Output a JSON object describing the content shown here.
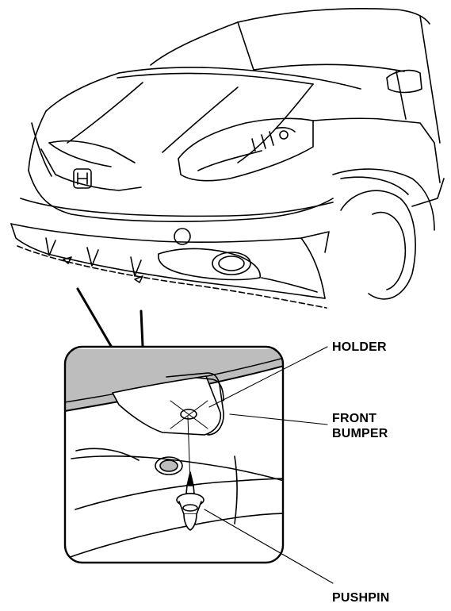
{
  "labels": {
    "holder": "HOLDER",
    "front_bumper_line1": "FRONT",
    "front_bumper_line2": "BUMPER",
    "pushpin": "PUSHPIN"
  },
  "colors": {
    "line": "#000000",
    "paper": "#ffffff",
    "shade": "#bdbdbd"
  }
}
